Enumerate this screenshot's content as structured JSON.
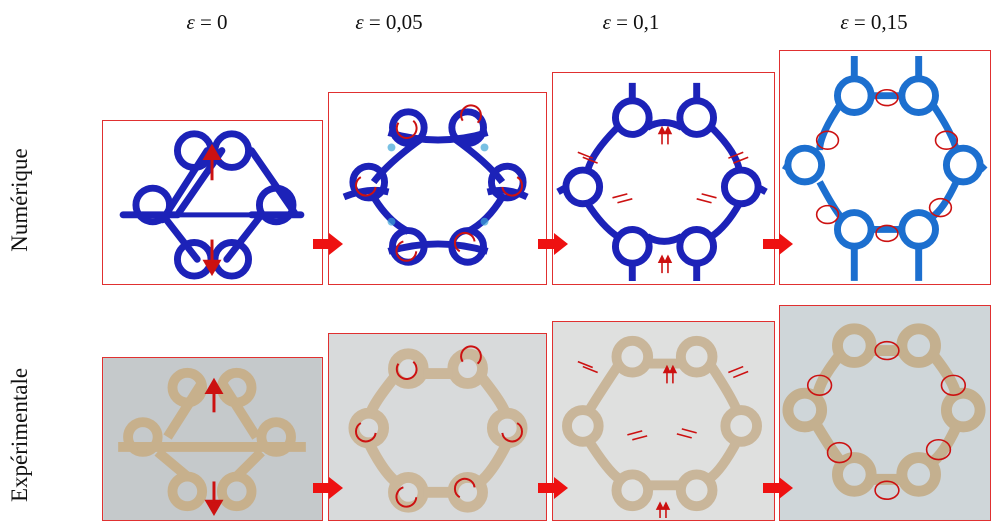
{
  "columns": [
    {
      "label": "ε = 0"
    },
    {
      "label": "ε = 0,05"
    },
    {
      "label": "ε = 0,1"
    },
    {
      "label": "ε = 0,15"
    }
  ],
  "rows": [
    {
      "label": "Numérique"
    },
    {
      "label": "Expérimentale"
    }
  ],
  "colors": {
    "frame": "#e03030",
    "structure_numeric": "#1c22b8",
    "structure_photo": "#cbb79a",
    "annotation": "#cc1111",
    "step_arrow": "#ee1111"
  }
}
